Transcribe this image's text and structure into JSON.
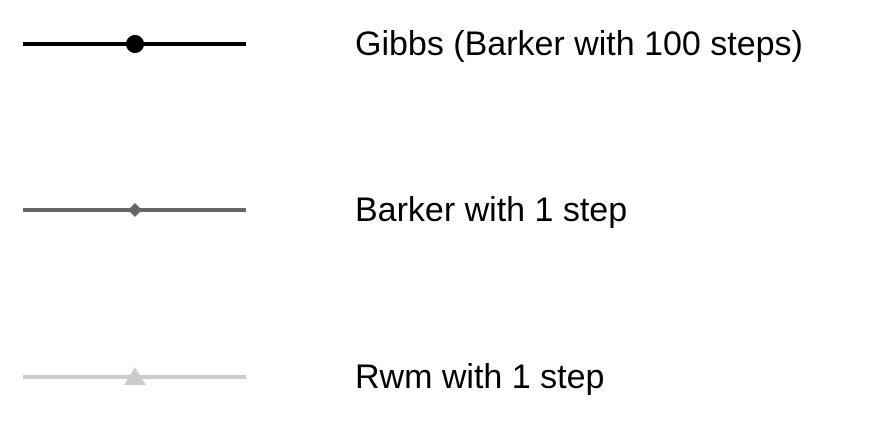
{
  "chart_data": {
    "type": "line",
    "legend": [
      {
        "label": "Gibbs (Barker with 100 steps)",
        "color": "#000000",
        "marker": "circle"
      },
      {
        "label": "Barker with 1 step",
        "color": "#666666",
        "marker": "diamond"
      },
      {
        "label": "Rwm with 1 step",
        "color": "#cccccc",
        "marker": "triangle"
      }
    ]
  }
}
